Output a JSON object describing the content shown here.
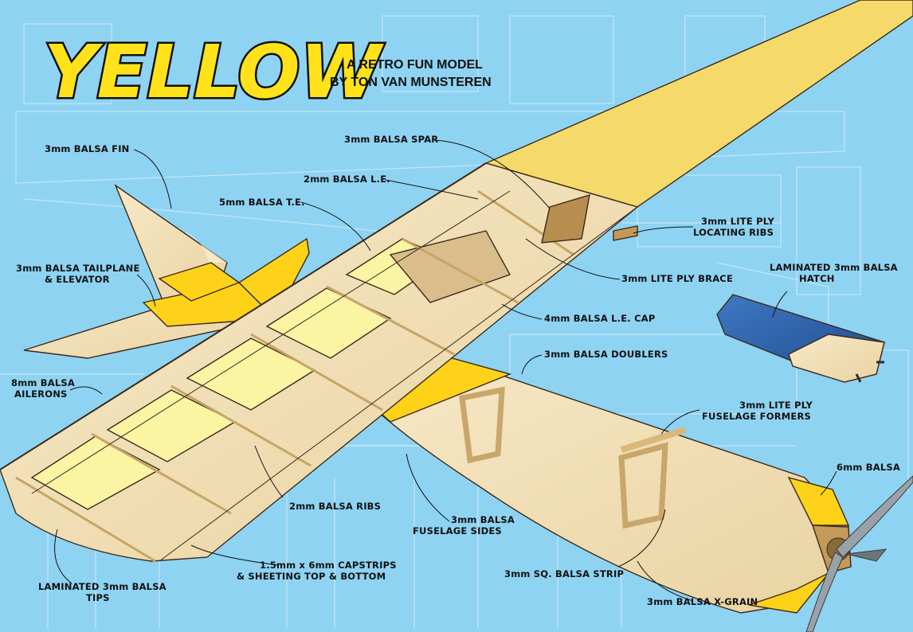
{
  "header": {
    "title": "YELLOW",
    "subtitle_line1": "A RETRO FUN MODEL",
    "subtitle_line2": "BY TON VAN MUNSTEREN"
  },
  "callouts": [
    {
      "id": "fin",
      "lines": [
        "3mm BALSA FIN"
      ]
    },
    {
      "id": "spar",
      "lines": [
        "3mm BALSA SPAR"
      ]
    },
    {
      "id": "le",
      "lines": [
        "2mm BALSA L.E."
      ]
    },
    {
      "id": "te",
      "lines": [
        "5mm BALSA T.E."
      ]
    },
    {
      "id": "locating",
      "lines": [
        "3mm LITE PLY",
        "LOCATING RIBS"
      ]
    },
    {
      "id": "tailplane",
      "lines": [
        "3mm BALSA TAILPLANE",
        "& ELEVATOR"
      ]
    },
    {
      "id": "brace",
      "lines": [
        "3mm LITE PLY BRACE"
      ]
    },
    {
      "id": "hatch",
      "lines": [
        "LAMINATED 3mm BALSA",
        "HATCH"
      ]
    },
    {
      "id": "lecap",
      "lines": [
        "4mm BALSA L.E. CAP"
      ]
    },
    {
      "id": "doublers",
      "lines": [
        "3mm BALSA DOUBLERS"
      ]
    },
    {
      "id": "ailerons",
      "lines": [
        "8mm BALSA",
        "AILERONS"
      ]
    },
    {
      "id": "formers",
      "lines": [
        "3mm LITE PLY",
        "FUSELAGE FORMERS"
      ]
    },
    {
      "id": "ribs",
      "lines": [
        "2mm BALSA RIBS"
      ]
    },
    {
      "id": "sides",
      "lines": [
        "3mm BALSA",
        "FUSELAGE SIDES"
      ]
    },
    {
      "id": "nose",
      "lines": [
        "6mm BALSA"
      ]
    },
    {
      "id": "tips",
      "lines": [
        "LAMINATED 3mm BALSA",
        "TIPS"
      ]
    },
    {
      "id": "capstrips",
      "lines": [
        "1.5mm x 6mm CAPSTRIPS",
        "& SHEETING TOP & BOTTOM"
      ]
    },
    {
      "id": "sqstrip",
      "lines": [
        "3mm SQ. BALSA STRIP"
      ]
    },
    {
      "id": "xgrain",
      "lines": [
        "3mm BALSA X-GRAIN"
      ]
    }
  ],
  "colors": {
    "sky": "#8fd3f2",
    "balsa": "#f3e1b8",
    "yellow": "#ffd21a",
    "covering": "#f7ea93",
    "hatch_blue": "#2a5ea8"
  }
}
